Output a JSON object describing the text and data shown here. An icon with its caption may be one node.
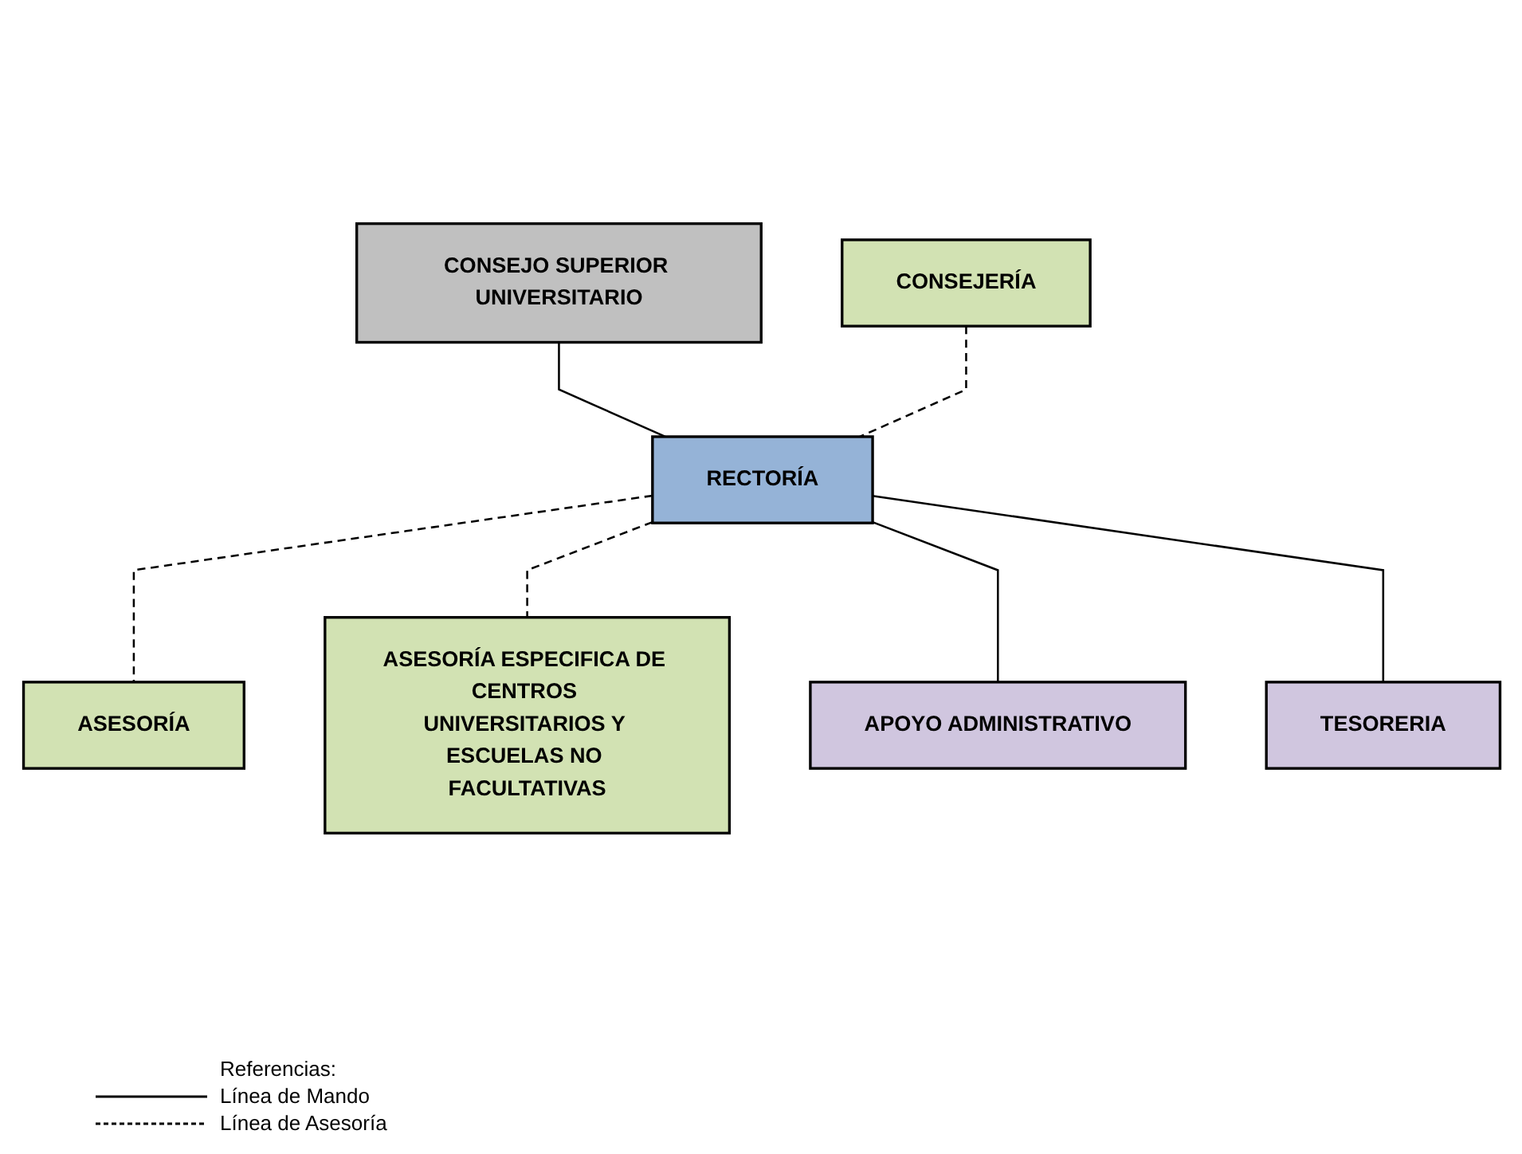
{
  "diagram": {
    "nodes": [
      {
        "text": [
          "CONSEJO SUPERIOR UNIVERSITARIO"
        ]
      },
      {
        "text": [
          "CONSEJERÍA"
        ]
      },
      {
        "text": [
          "RECTORÍA"
        ]
      },
      {
        "text": [
          "ASESORÍA"
        ]
      },
      {
        "text": [
          "ASESORÍA ESPECIFICA DE CENTROS UNIVERSITARIOS Y ESCUELAS NO FACULTATIVAS"
        ]
      },
      {
        "text": [
          "APOYO ADMINISTRATIVO"
        ]
      },
      {
        "text": [
          "TESORERIA"
        ]
      }
    ],
    "edges": [
      {
        "from": 0,
        "to": 2,
        "arrow": "none"
      },
      {
        "from": 1,
        "to": 2,
        "arrow": "none",
        "style": "dashed"
      },
      {
        "from": 2,
        "to": 3,
        "arrow": "none",
        "style": "dashed"
      },
      {
        "from": 2,
        "to": 4,
        "arrow": "none",
        "style": "dashed"
      },
      {
        "from": 2,
        "to": 5,
        "arrow": "none"
      },
      {
        "from": 2,
        "to": 6,
        "arrow": "none"
      }
    ],
    "labels": [
      "Referencias:"
    ],
    "legend": [
      {
        "text": "Línea de Mando"
      },
      {
        "text": "Línea de Asesoría"
      }
    ]
  }
}
